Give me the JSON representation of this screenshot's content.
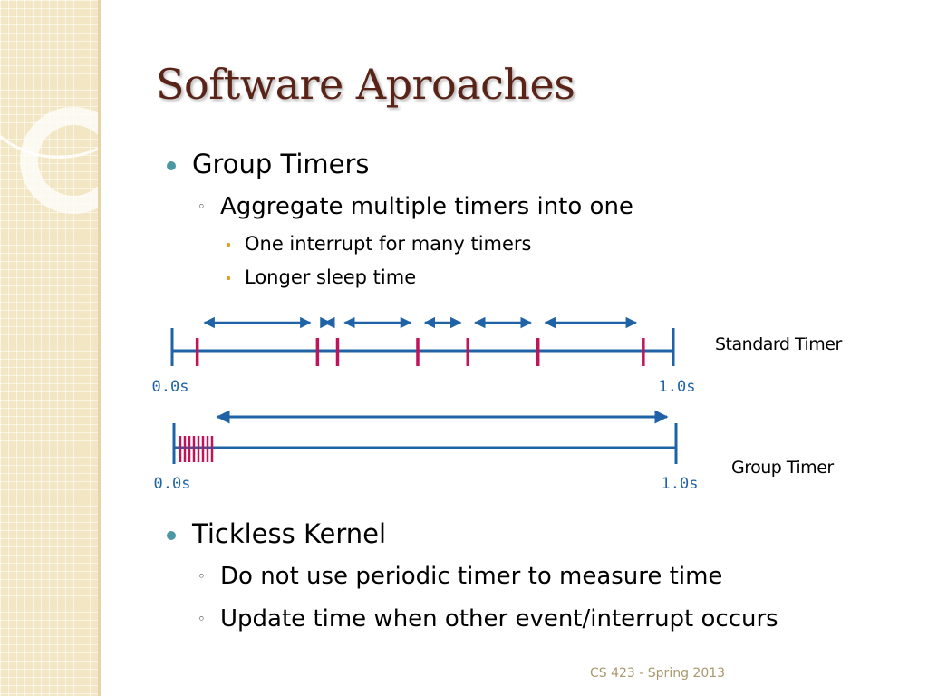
{
  "slide": {
    "title": "Software Aproaches",
    "footer": "CS 423 - Spring 2013"
  },
  "bullets": {
    "group_timers": "Group Timers",
    "aggregate": "Aggregate multiple timers into one",
    "one_interrupt": "One interrupt for many timers",
    "longer_sleep": "Longer sleep time",
    "tickless": "Tickless Kernel",
    "no_periodic": "Do not use periodic timer to measure time",
    "update_time": "Update time when other event/interrupt occurs"
  },
  "diagram": {
    "standard_label": "Standard Timer",
    "group_label": "Group Timer",
    "start_label": "0.0s",
    "end_label": "1.0s",
    "standard_ticks_s": [
      0.05,
      0.29,
      0.33,
      0.49,
      0.59,
      0.73,
      0.94
    ],
    "group_ticks_count": 8,
    "colors": {
      "axis": "#1f63a6",
      "tick": "#c0145a",
      "arrow": "#1f63a6",
      "label": "#1f63a6"
    }
  }
}
